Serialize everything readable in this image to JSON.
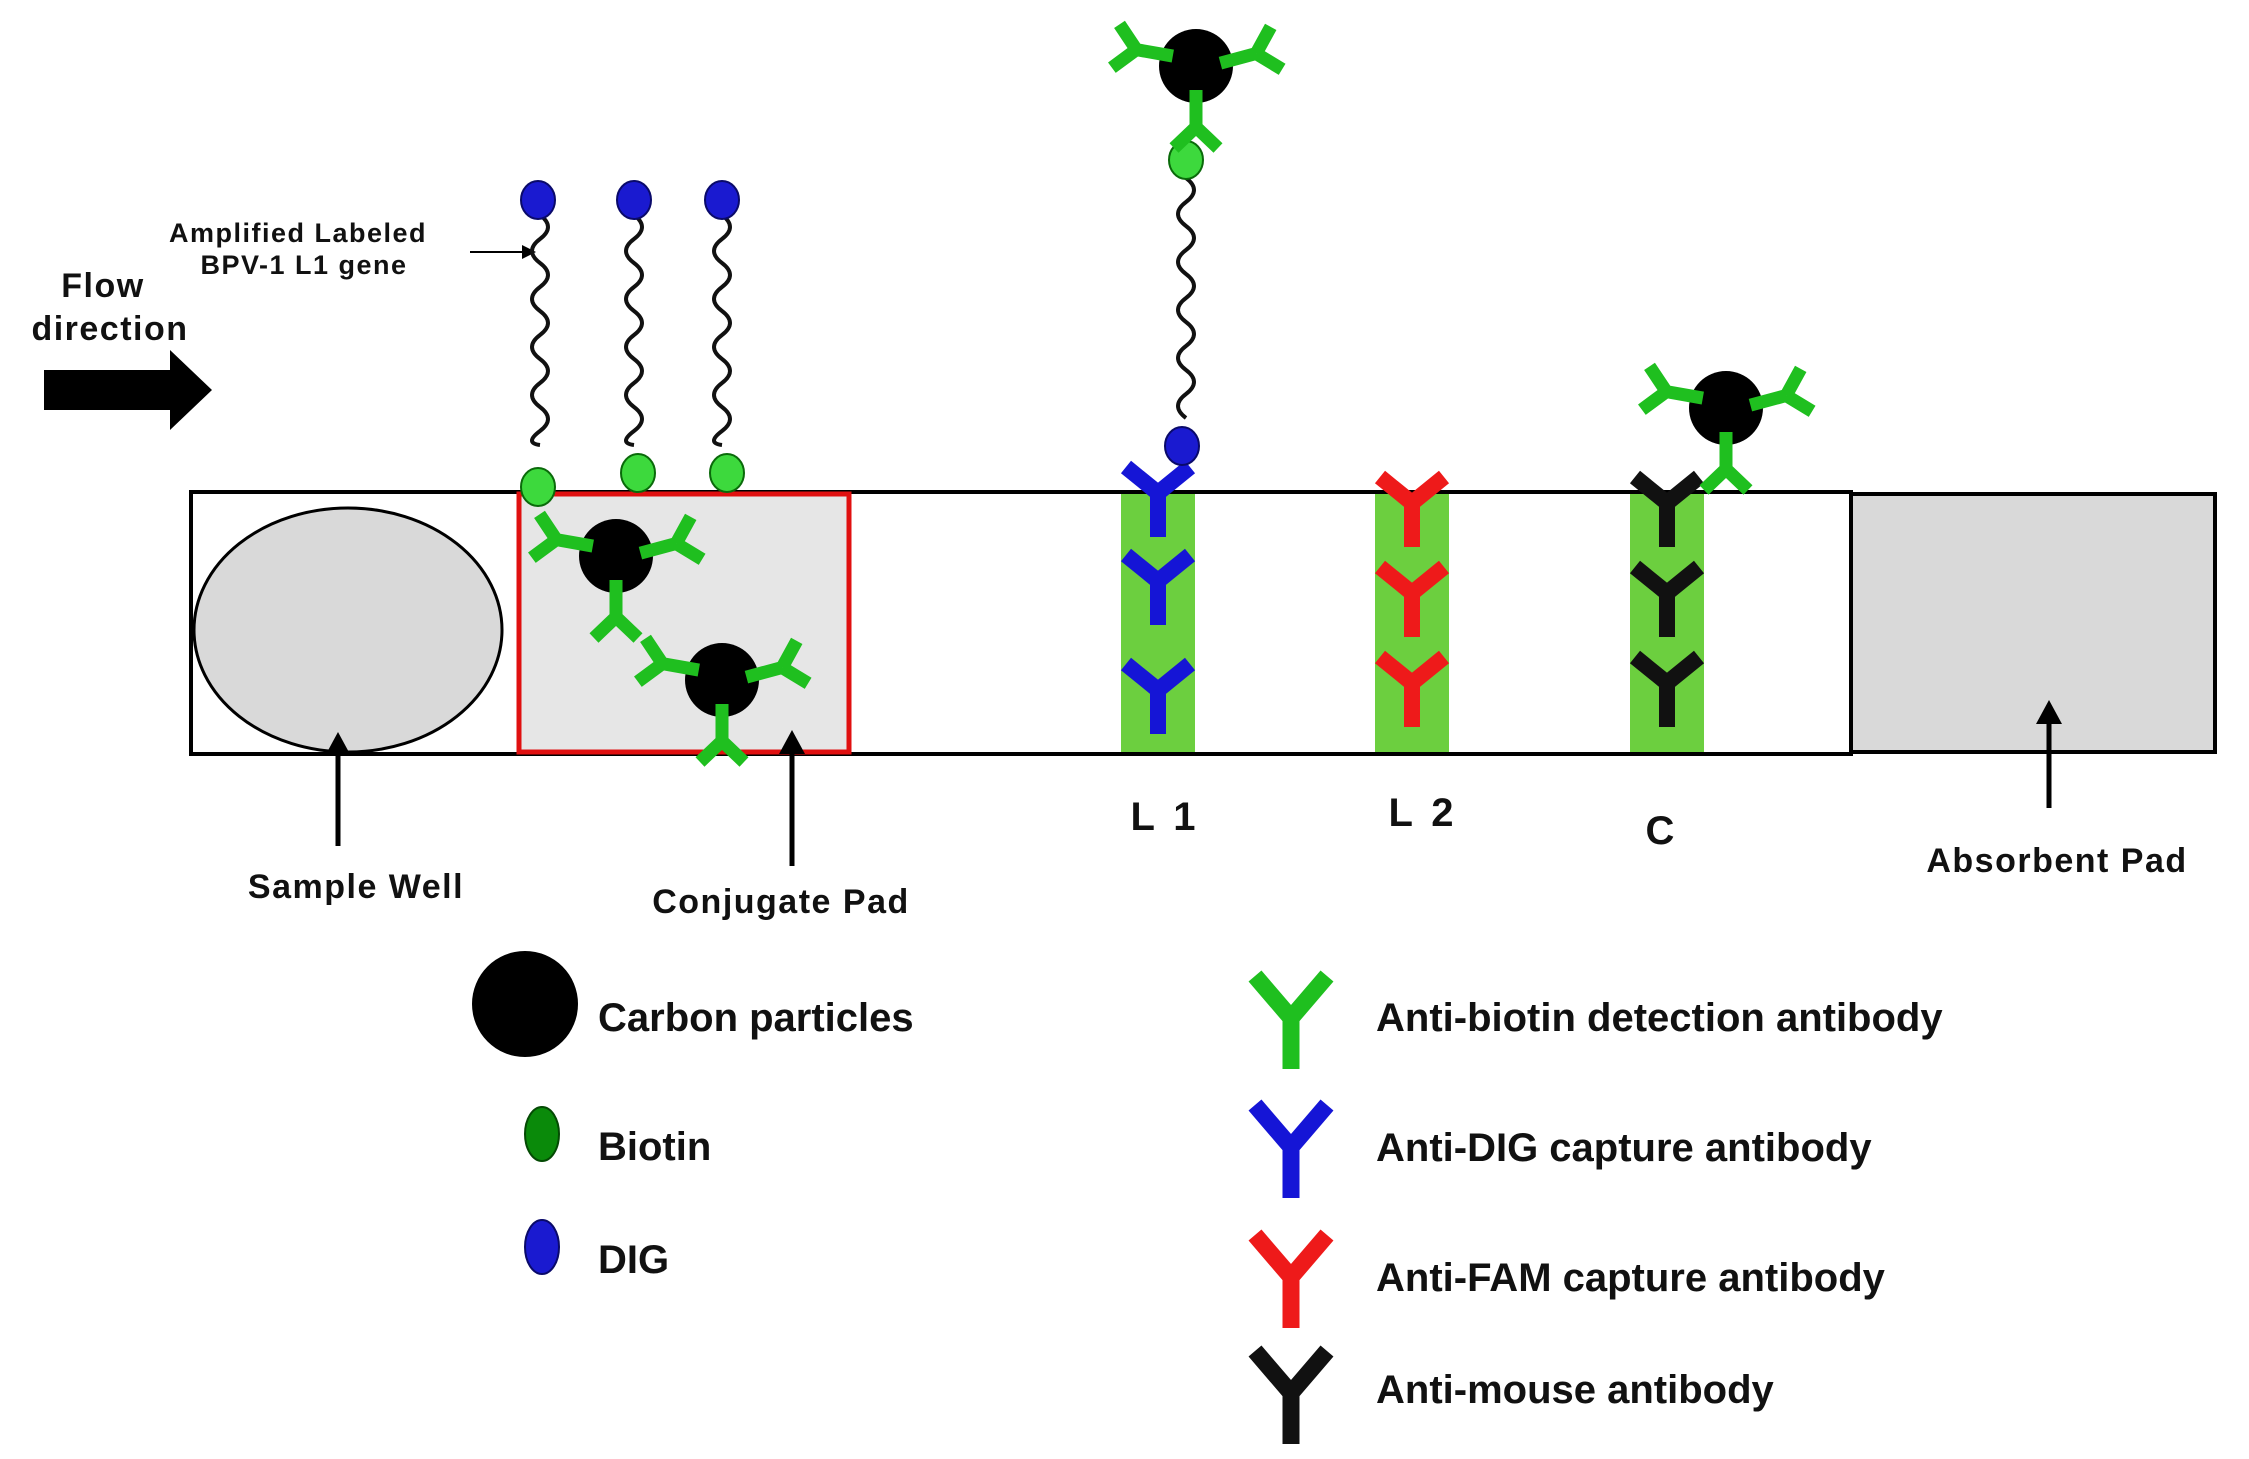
{
  "labels": {
    "flow_line1": "Flow",
    "flow_line2": "direction",
    "amplified_line1": "Amplified Labeled",
    "amplified_line2": "BPV-1 L1 gene",
    "sample_well": "Sample Well",
    "conjugate_pad": "Conjugate Pad",
    "absorbent_pad": "Absorbent Pad",
    "line1": "L 1",
    "line2": "L 2",
    "control": "C"
  },
  "legend": {
    "carbon": "Carbon particles",
    "biotin": "Biotin",
    "dig": "DIG",
    "anti_biotin": "Anti-biotin detection antibody",
    "anti_dig": "Anti-DIG capture antibody",
    "anti_fam": "Anti-FAM capture antibody",
    "anti_mouse": "Anti-mouse antibody"
  },
  "colors": {
    "carbon": "#000000",
    "biotin": "#0a8a0a",
    "biotin_light": "#3dd93d",
    "dig": "#1a1ad0",
    "anti_biotin": "#1fbf1f",
    "anti_dig": "#1515d6",
    "anti_fam": "#ee1a1a",
    "anti_mouse": "#111111",
    "test_band": "#6ccf3f",
    "conjugate_border": "#e01010",
    "pad_fill": "#d9d9d9"
  }
}
